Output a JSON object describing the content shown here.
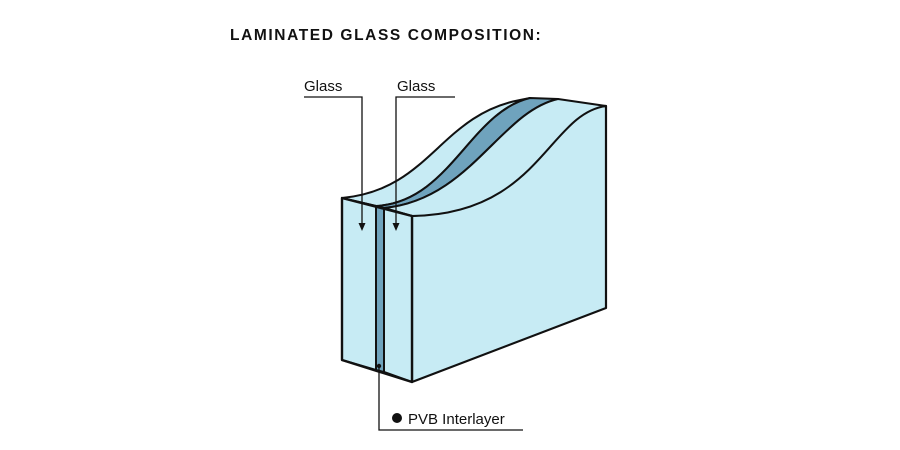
{
  "title": "LAMINATED GLASS COMPOSITION:",
  "labels": {
    "glass_left": "Glass",
    "glass_right": "Glass",
    "interlayer": "PVB Interlayer"
  },
  "colors": {
    "glass_fill": "#c7ebf4",
    "interlayer_fill": "#6fa3bd",
    "outline": "#111111"
  }
}
